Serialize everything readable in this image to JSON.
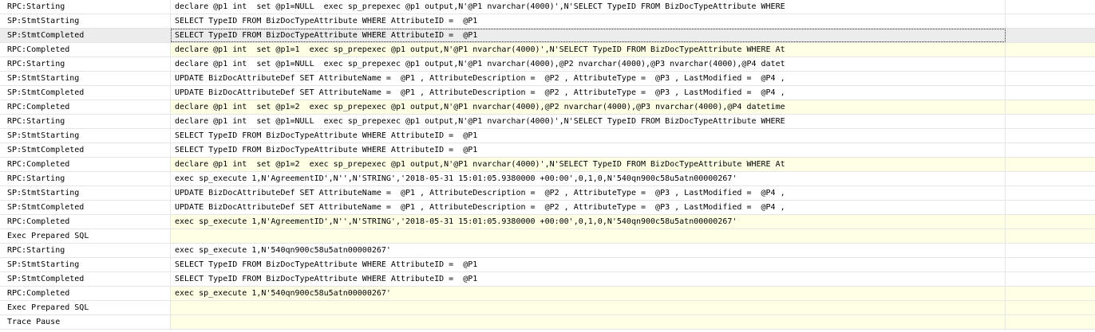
{
  "trace": {
    "rows": [
      {
        "event": "RPC:Starting",
        "text": "declare @p1 int  set @p1=NULL  exec sp_prepexec @p1 output,N'@P1 nvarchar(4000)',N'SELECT TypeID FROM BizDocTypeAttribute WHERE",
        "state": "normal"
      },
      {
        "event": "SP:StmtStarting",
        "text": "SELECT TypeID FROM BizDocTypeAttribute WHERE AttributeID =  @P1",
        "state": "normal"
      },
      {
        "event": "SP:StmtCompleted",
        "text": "SELECT TypeID FROM BizDocTypeAttribute WHERE AttributeID =  @P1",
        "state": "selected"
      },
      {
        "event": "RPC:Completed",
        "text": "declare @p1 int  set @p1=1  exec sp_prepexec @p1 output,N'@P1 nvarchar(4000)',N'SELECT TypeID FROM BizDocTypeAttribute WHERE At",
        "state": "completed"
      },
      {
        "event": "RPC:Starting",
        "text": "declare @p1 int  set @p1=NULL  exec sp_prepexec @p1 output,N'@P1 nvarchar(4000),@P2 nvarchar(4000),@P3 nvarchar(4000),@P4 datet",
        "state": "normal"
      },
      {
        "event": "SP:StmtStarting",
        "text": "UPDATE BizDocAttributeDef SET AttributeName =  @P1 , AttributeDescription =  @P2 , AttributeType =  @P3 , LastModified =  @P4 ,",
        "state": "normal"
      },
      {
        "event": "SP:StmtCompleted",
        "text": "UPDATE BizDocAttributeDef SET AttributeName =  @P1 , AttributeDescription =  @P2 , AttributeType =  @P3 , LastModified =  @P4 ,",
        "state": "normal"
      },
      {
        "event": "RPC:Completed",
        "text": "declare @p1 int  set @p1=2  exec sp_prepexec @p1 output,N'@P1 nvarchar(4000),@P2 nvarchar(4000),@P3 nvarchar(4000),@P4 datetime",
        "state": "completed"
      },
      {
        "event": "RPC:Starting",
        "text": "declare @p1 int  set @p1=NULL  exec sp_prepexec @p1 output,N'@P1 nvarchar(4000)',N'SELECT TypeID FROM BizDocTypeAttribute WHERE",
        "state": "normal"
      },
      {
        "event": "SP:StmtStarting",
        "text": "SELECT TypeID FROM BizDocTypeAttribute WHERE AttributeID =  @P1",
        "state": "normal"
      },
      {
        "event": "SP:StmtCompleted",
        "text": "SELECT TypeID FROM BizDocTypeAttribute WHERE AttributeID =  @P1",
        "state": "normal"
      },
      {
        "event": "RPC:Completed",
        "text": "declare @p1 int  set @p1=2  exec sp_prepexec @p1 output,N'@P1 nvarchar(4000)',N'SELECT TypeID FROM BizDocTypeAttribute WHERE At",
        "state": "completed"
      },
      {
        "event": "RPC:Starting",
        "text": "exec sp_execute 1,N'AgreementID',N'',N'STRING','2018-05-31 15:01:05.9380000 +00:00',0,1,0,N'540qn900c58u5atn00000267'",
        "state": "normal"
      },
      {
        "event": "SP:StmtStarting",
        "text": "UPDATE BizDocAttributeDef SET AttributeName =  @P1 , AttributeDescription =  @P2 , AttributeType =  @P3 , LastModified =  @P4 ,",
        "state": "normal"
      },
      {
        "event": "SP:StmtCompleted",
        "text": "UPDATE BizDocAttributeDef SET AttributeName =  @P1 , AttributeDescription =  @P2 , AttributeType =  @P3 , LastModified =  @P4 ,",
        "state": "normal"
      },
      {
        "event": "RPC:Completed",
        "text": "exec sp_execute 1,N'AgreementID',N'',N'STRING','2018-05-31 15:01:05.9380000 +00:00',0,1,0,N'540qn900c58u5atn00000267'",
        "state": "completed"
      },
      {
        "event": "Exec Prepared SQL",
        "text": "",
        "state": "completed"
      },
      {
        "event": "RPC:Starting",
        "text": "exec sp_execute 1,N'540qn900c58u5atn00000267'",
        "state": "normal"
      },
      {
        "event": "SP:StmtStarting",
        "text": "SELECT TypeID FROM BizDocTypeAttribute WHERE AttributeID =  @P1",
        "state": "normal"
      },
      {
        "event": "SP:StmtCompleted",
        "text": "SELECT TypeID FROM BizDocTypeAttribute WHERE AttributeID =  @P1",
        "state": "normal"
      },
      {
        "event": "RPC:Completed",
        "text": "exec sp_execute 1,N'540qn900c58u5atn00000267'",
        "state": "completed"
      },
      {
        "event": "Exec Prepared SQL",
        "text": "",
        "state": "completed"
      },
      {
        "event": "Trace Pause",
        "text": "",
        "state": "completed"
      }
    ],
    "colors": {
      "completed_bg": "#ffffe6",
      "selected_bg": "#ececec",
      "grid_line": "#e6e6e6"
    }
  }
}
